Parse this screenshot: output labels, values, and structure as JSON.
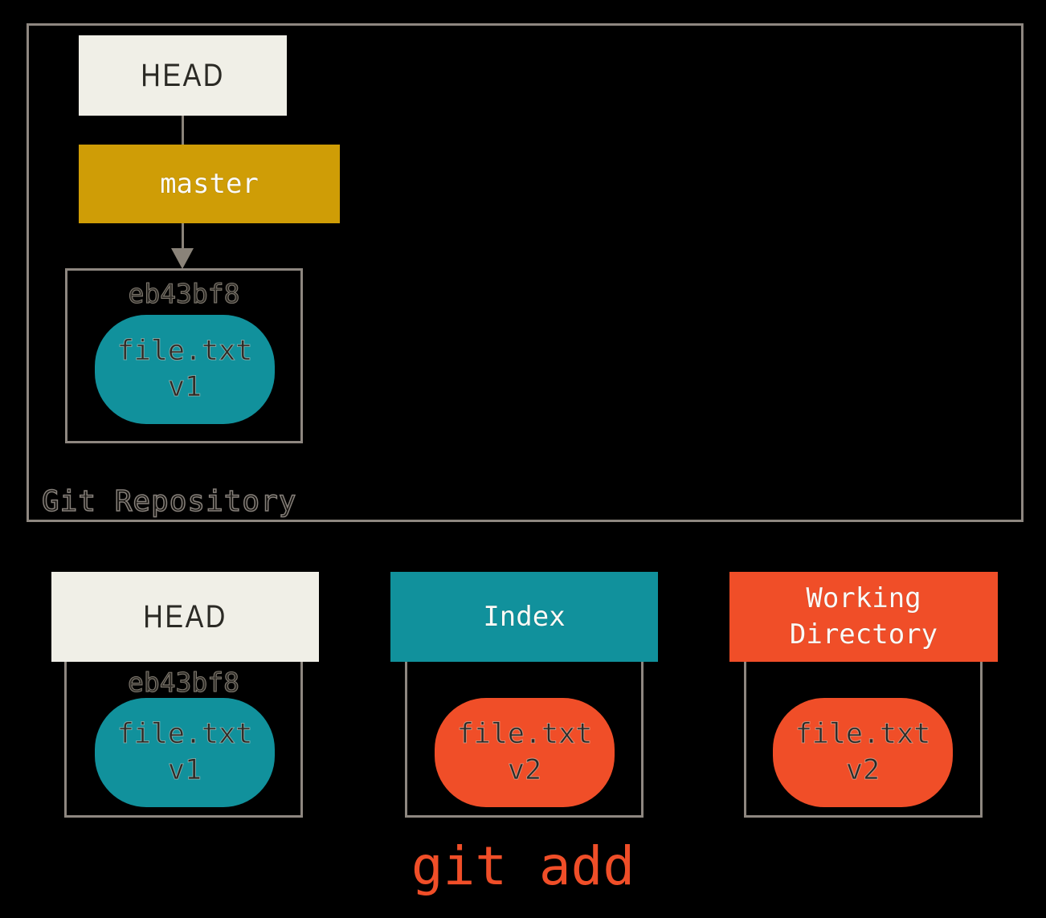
{
  "colors": {
    "background": "#000000",
    "off_white": "#F0EFE7",
    "gold": "#CF9D06",
    "teal": "#11919C",
    "orange": "#F04E28",
    "border_gray": "#8E8780",
    "arrow_gray": "#8A8379",
    "dark_text": "#2B2A25",
    "white_text": "#FBFAF6"
  },
  "repository": {
    "label": "Git Repository",
    "head": {
      "label": "HEAD"
    },
    "branch": {
      "label": "master"
    },
    "commit": {
      "id": "eb43bf8",
      "file": "file.txt",
      "version": "v1"
    }
  },
  "columns": [
    {
      "title": "HEAD",
      "commit_id": "eb43bf8",
      "file": "file.txt",
      "version": "v1"
    },
    {
      "title": "Index",
      "file": "file.txt",
      "version": "v2"
    },
    {
      "title": "Working Directory",
      "file": "file.txt",
      "version": "v2"
    }
  ],
  "command_label": "git add"
}
